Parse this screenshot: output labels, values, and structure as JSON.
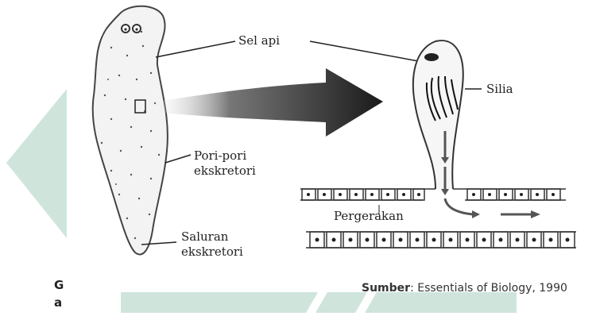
{
  "labels": {
    "sel_api": "Sel api",
    "silia": "Silia",
    "pori_line1": "Pori-pori",
    "pori_line2": "ekskretori",
    "saluran_line1": "Saluran",
    "saluran_line2": "ekskretori",
    "pergerakan": "Pergerakan"
  },
  "source": {
    "label": "Sumber",
    "text": ": Essentials of Biology, 1990"
  },
  "side_letters": [
    "G",
    "a"
  ],
  "colors": {
    "teal_shape": "#cfe5dc",
    "arrow": "#1e1e1e",
    "ink": "#222222"
  }
}
